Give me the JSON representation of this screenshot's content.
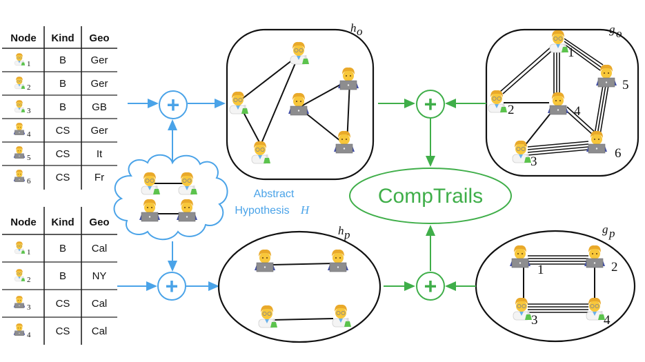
{
  "colors": {
    "blue": "#4aa3e8",
    "green": "#3fae49",
    "black": "#111111"
  },
  "table_top": {
    "headers": [
      "Node",
      "Kind",
      "Geo"
    ],
    "rows": [
      {
        "icon": "biologist-icon",
        "id": "1",
        "kind": "B",
        "geo": "Ger"
      },
      {
        "icon": "biologist-icon",
        "id": "2",
        "kind": "B",
        "geo": "Ger"
      },
      {
        "icon": "biologist-icon",
        "id": "3",
        "kind": "B",
        "geo": "GB"
      },
      {
        "icon": "computer-scientist-icon",
        "id": "4",
        "kind": "CS",
        "geo": "Ger"
      },
      {
        "icon": "computer-scientist-icon",
        "id": "5",
        "kind": "CS",
        "geo": "It"
      },
      {
        "icon": "computer-scientist-icon",
        "id": "6",
        "kind": "CS",
        "geo": "Fr"
      }
    ]
  },
  "table_bottom": {
    "headers": [
      "Node",
      "Kind",
      "Geo"
    ],
    "rows": [
      {
        "icon": "biologist-icon",
        "id": "1",
        "kind": "B",
        "geo": "Cal"
      },
      {
        "icon": "biologist-icon",
        "id": "2",
        "kind": "B",
        "geo": "NY"
      },
      {
        "icon": "computer-scientist-icon",
        "id": "3",
        "kind": "CS",
        "geo": "Cal"
      },
      {
        "icon": "computer-scientist-icon",
        "id": "4",
        "kind": "CS",
        "geo": "Cal"
      }
    ]
  },
  "hypothesis": {
    "label_line1": "Abstract",
    "label_line2": "Hypothesis",
    "symbol": "H"
  },
  "graphs": {
    "h_o": {
      "label": "h",
      "sub": "o"
    },
    "g_o": {
      "label": "g",
      "sub": "o",
      "node_labels": [
        "1",
        "2",
        "3",
        "4",
        "5",
        "6"
      ]
    },
    "h_p": {
      "label": "h",
      "sub": "p"
    },
    "g_p": {
      "label": "g",
      "sub": "p",
      "node_labels": [
        "1",
        "2",
        "3",
        "4"
      ]
    }
  },
  "operator_symbol": "+",
  "center_label": "CompTrails"
}
